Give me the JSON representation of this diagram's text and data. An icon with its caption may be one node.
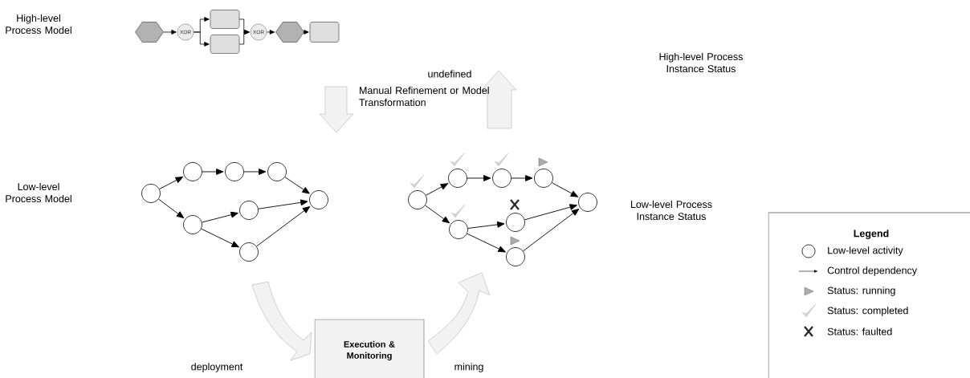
{
  "diagram": {
    "nodes": [
      {
        "text": [],
        "shape": "hexagon"
      },
      {
        "text": [
          "XOR"
        ]
      },
      {
        "text": [],
        "shape": "box"
      },
      {
        "text": [],
        "shape": "box"
      },
      {
        "text": [
          "XOR"
        ]
      },
      {
        "text": [],
        "shape": "hexagon"
      },
      {
        "text": [],
        "shape": "box"
      },
      {
        "text": [],
        "shape": "circle"
      },
      {
        "text": [],
        "shape": "circle"
      },
      {
        "text": [],
        "shape": "circle"
      },
      {
        "text": [],
        "shape": "circle"
      },
      {
        "text": [],
        "shape": "circle"
      },
      {
        "text": [],
        "shape": "circle"
      },
      {
        "text": [],
        "shape": "circle"
      },
      {
        "text": [],
        "shape": "circle"
      },
      {
        "text": [],
        "shape": "circle"
      },
      {
        "text": [],
        "shape": "circle"
      },
      {
        "text": [],
        "shape": "circle"
      },
      {
        "text": [],
        "shape": "circle"
      },
      {
        "text": [],
        "shape": "circle"
      },
      {
        "text": [],
        "shape": "circle"
      },
      {
        "text": [],
        "shape": "circle"
      },
      {
        "text": [],
        "shape": "circle"
      },
      {
        "text": [
          "Execution & Monitoring"
        ]
      }
    ],
    "edges": [
      {
        "from": 0,
        "to": 1,
        "arrow": "to"
      },
      {
        "from": 1,
        "to": 2,
        "arrow": "to"
      },
      {
        "from": 1,
        "to": 3,
        "arrow": "to"
      },
      {
        "from": 2,
        "to": 4,
        "arrow": "to"
      },
      {
        "from": 3,
        "to": 4,
        "arrow": "to"
      },
      {
        "from": 4,
        "to": 5,
        "arrow": "to"
      },
      {
        "from": 5,
        "to": 6,
        "arrow": "to"
      },
      {
        "from": 7,
        "to": 8,
        "arrow": "to"
      },
      {
        "from": 7,
        "to": 9,
        "arrow": "to"
      },
      {
        "from": 8,
        "to": 10,
        "arrow": "to"
      },
      {
        "from": 10,
        "to": 13,
        "arrow": "to"
      },
      {
        "from": 13,
        "to": 14,
        "arrow": "to"
      },
      {
        "from": 9,
        "to": 11,
        "arrow": "to"
      },
      {
        "from": 9,
        "to": 12,
        "arrow": "to"
      },
      {
        "from": 11,
        "to": 14,
        "arrow": "to"
      },
      {
        "from": 12,
        "to": 14,
        "arrow": "to"
      },
      {
        "from": 15,
        "to": 16,
        "arrow": "to"
      },
      {
        "from": 15,
        "to": 17,
        "arrow": "to"
      },
      {
        "from": 16,
        "to": 18,
        "arrow": "to"
      },
      {
        "from": 18,
        "to": 21,
        "arrow": "to"
      },
      {
        "from": 21,
        "to": 22,
        "arrow": "to"
      },
      {
        "from": 17,
        "to": 19,
        "arrow": "to"
      },
      {
        "from": 17,
        "to": 20,
        "arrow": "to"
      },
      {
        "from": 19,
        "to": 22,
        "arrow": "to"
      },
      {
        "from": 20,
        "to": 22,
        "arrow": "to"
      },
      {
        "from": null,
        "to": 23,
        "arrow": "to",
        "style": "thick"
      },
      {
        "from": 23,
        "to": null,
        "arrow": "to",
        "style": "thick"
      }
    ],
    "labels": [
      "High-level Process Model",
      "High-level Process Instance Status",
      "undefined",
      "Manual Refinement or Model Transformation",
      "Low-level Process Model",
      "Low-level Process Instance Status",
      "Legend",
      "deployment",
      "mining"
    ],
    "legend": [
      {
        "text": "Low-level activity"
      },
      {
        "text": "Control dependency"
      },
      {
        "text": "Status: running"
      },
      {
        "text": "Status: completed"
      },
      {
        "text": "Status: faulted"
      }
    ]
  }
}
